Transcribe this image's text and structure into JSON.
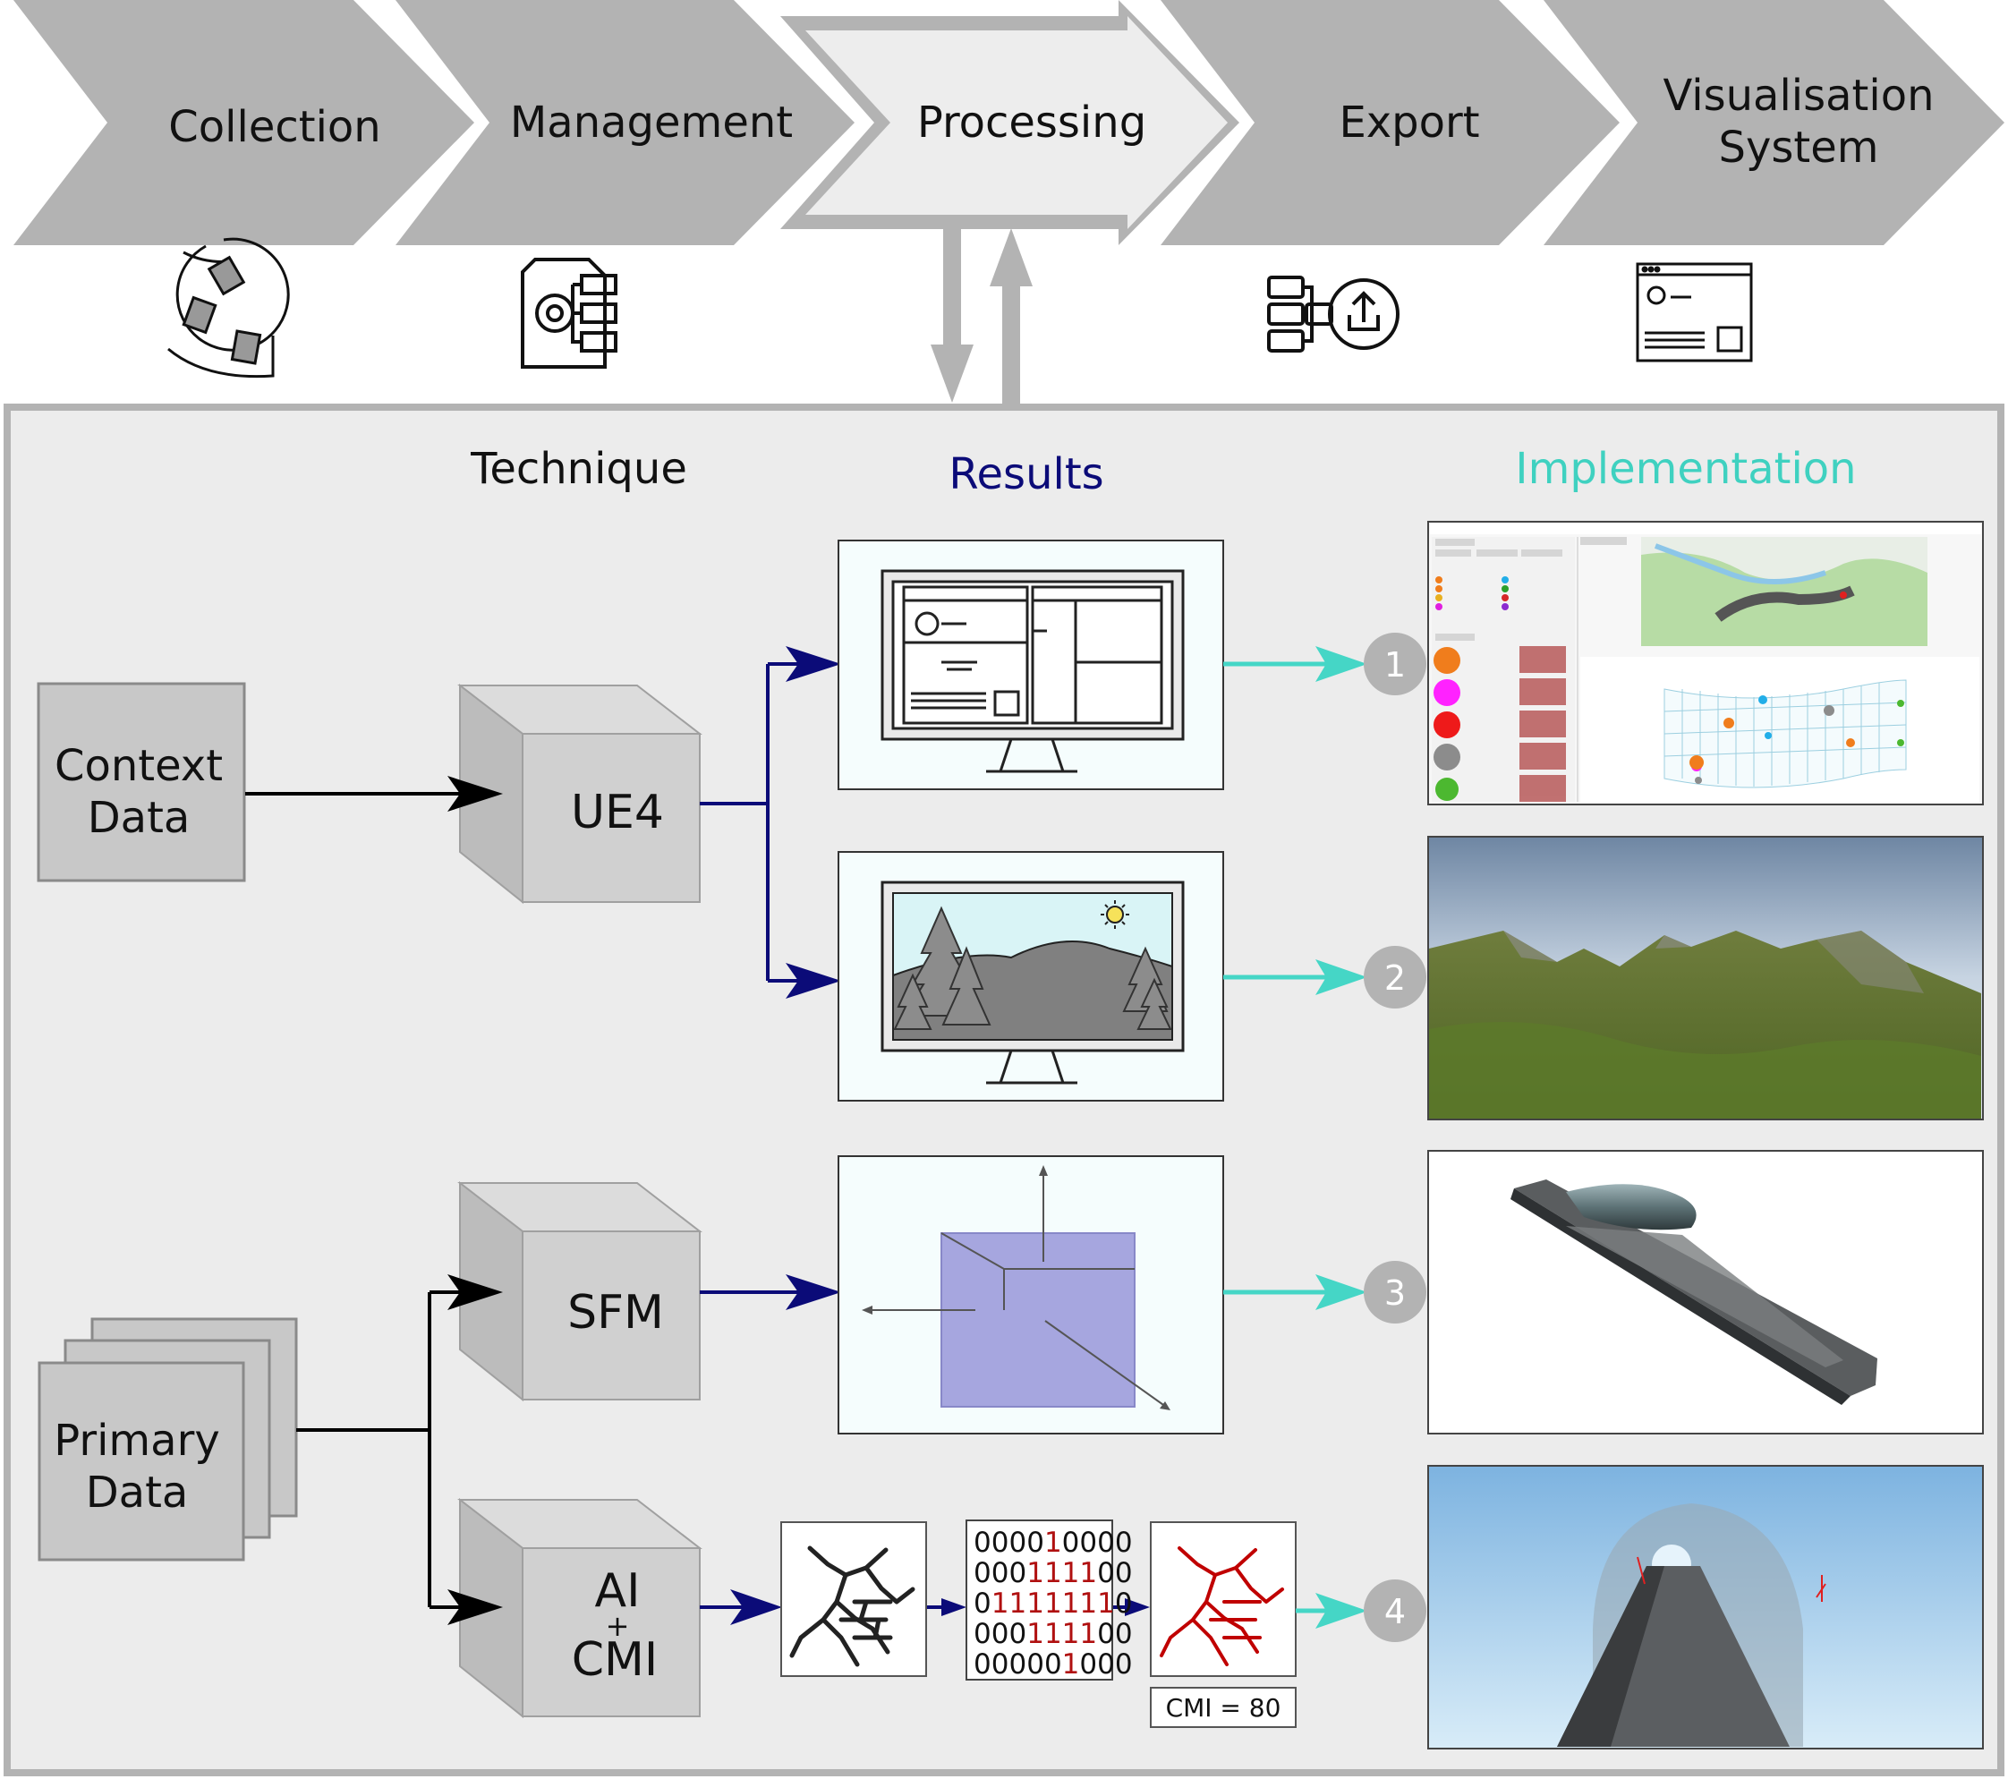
{
  "pipeline": {
    "stages": [
      "Collection",
      "Management",
      "Processing",
      "Export",
      [
        "Visualisation",
        "System"
      ]
    ],
    "active_stage": "Processing",
    "icons": [
      "collection-icon",
      "management-icon",
      "export-icon",
      "visualisation-system-icon"
    ]
  },
  "headers": {
    "technique": "Technique",
    "results": "Results",
    "implementation": "Implementation"
  },
  "inputs": {
    "context": [
      "Context",
      "Data"
    ],
    "primary": [
      "Primary",
      "Data"
    ]
  },
  "techniques": {
    "ue4": "UE4",
    "sfm": "SFM",
    "ai_line1": "AI",
    "ai_plus": "+",
    "ai_line2": "CMI"
  },
  "binary_rows": [
    "000010000",
    "000111100",
    "011111110",
    "000111100",
    "000001000"
  ],
  "cmi_label": "CMI = 80",
  "steps": [
    "1",
    "2",
    "3",
    "4"
  ],
  "colors": {
    "results_header": "#0b0b78",
    "implementation_header": "#3fd1c0",
    "flow_arrow": "#0b0b78",
    "implementation_arrow": "#45d6c6",
    "binary_highlight": "#b01010",
    "crack_red": "#c00000",
    "panel_bg": "#ececec",
    "chevron": "#b3b3b3",
    "chevron_active": "#ededed",
    "cube_fill": "#a6a6df"
  }
}
